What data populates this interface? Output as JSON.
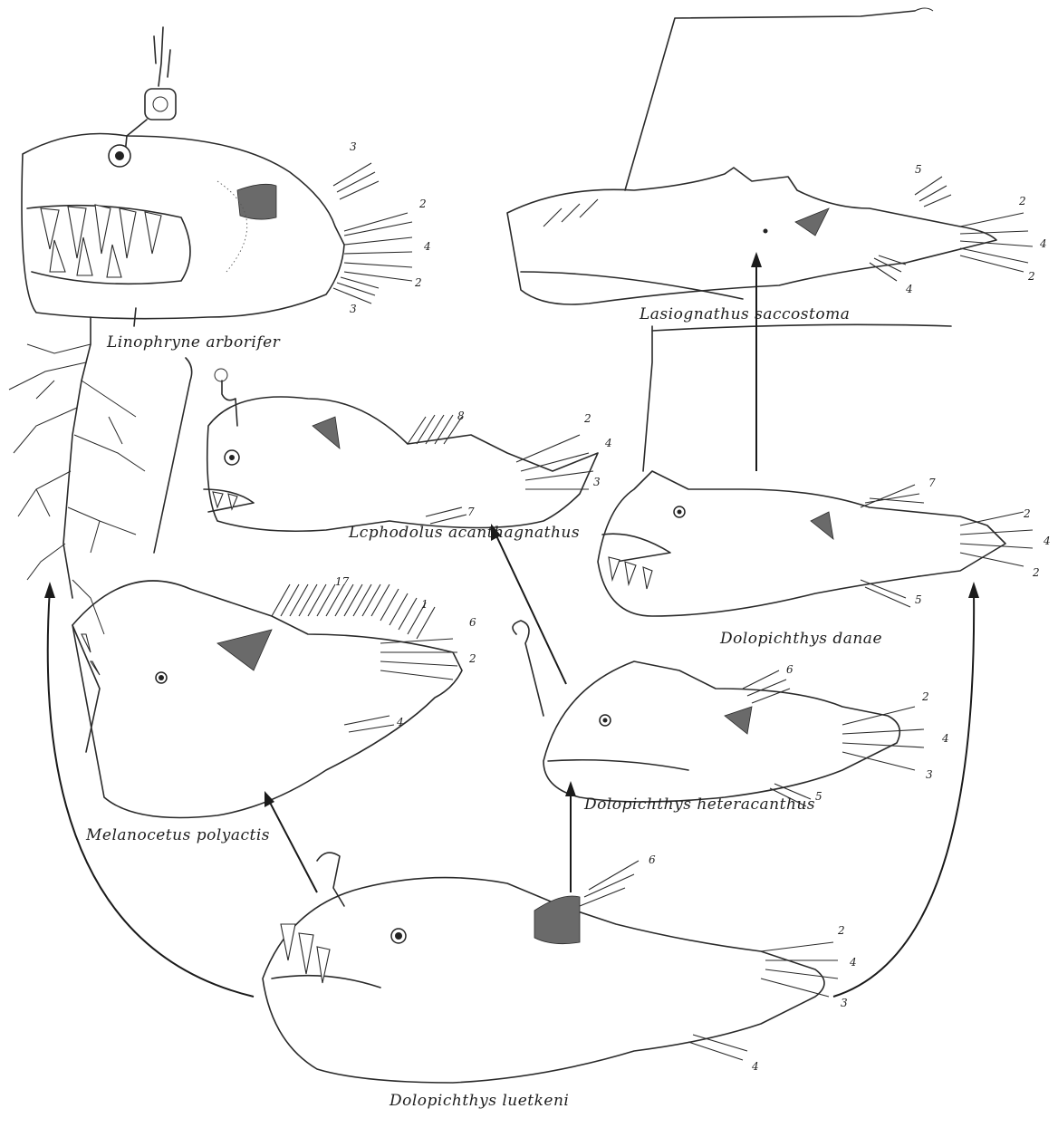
{
  "species": {
    "linophryne": "Linophryne arborifer",
    "lasiognathus": "Lasiognathus saccostoma",
    "lophodolus": "Lcphodolus acanthagnathus",
    "danae": "Dolopichthys danae",
    "melanocetus": "Melanocetus polyactis",
    "heteracanthus": "Dolopichthys heteracanthus",
    "luetkeni": "Dolopichthys luetkeni"
  },
  "fin_counts": {
    "linophryne": [
      "3",
      "2",
      "4",
      "2",
      "3"
    ],
    "lasiognathus": [
      "5",
      "2",
      "4",
      "2",
      "4"
    ],
    "lophodolus": [
      "8",
      "2",
      "4",
      "3",
      "7"
    ],
    "danae": [
      "7",
      "2",
      "4",
      "2",
      "5"
    ],
    "melanocetus": [
      "17",
      "1",
      "6",
      "2",
      "4"
    ],
    "heteracanthus": [
      "6",
      "2",
      "4",
      "3",
      "5"
    ],
    "luetkeni": [
      "6",
      "2",
      "4",
      "3",
      "4"
    ]
  },
  "colors": {
    "ink": "#2a2a2a",
    "paper": "#ffffff",
    "shade": "#6a6a6a"
  }
}
